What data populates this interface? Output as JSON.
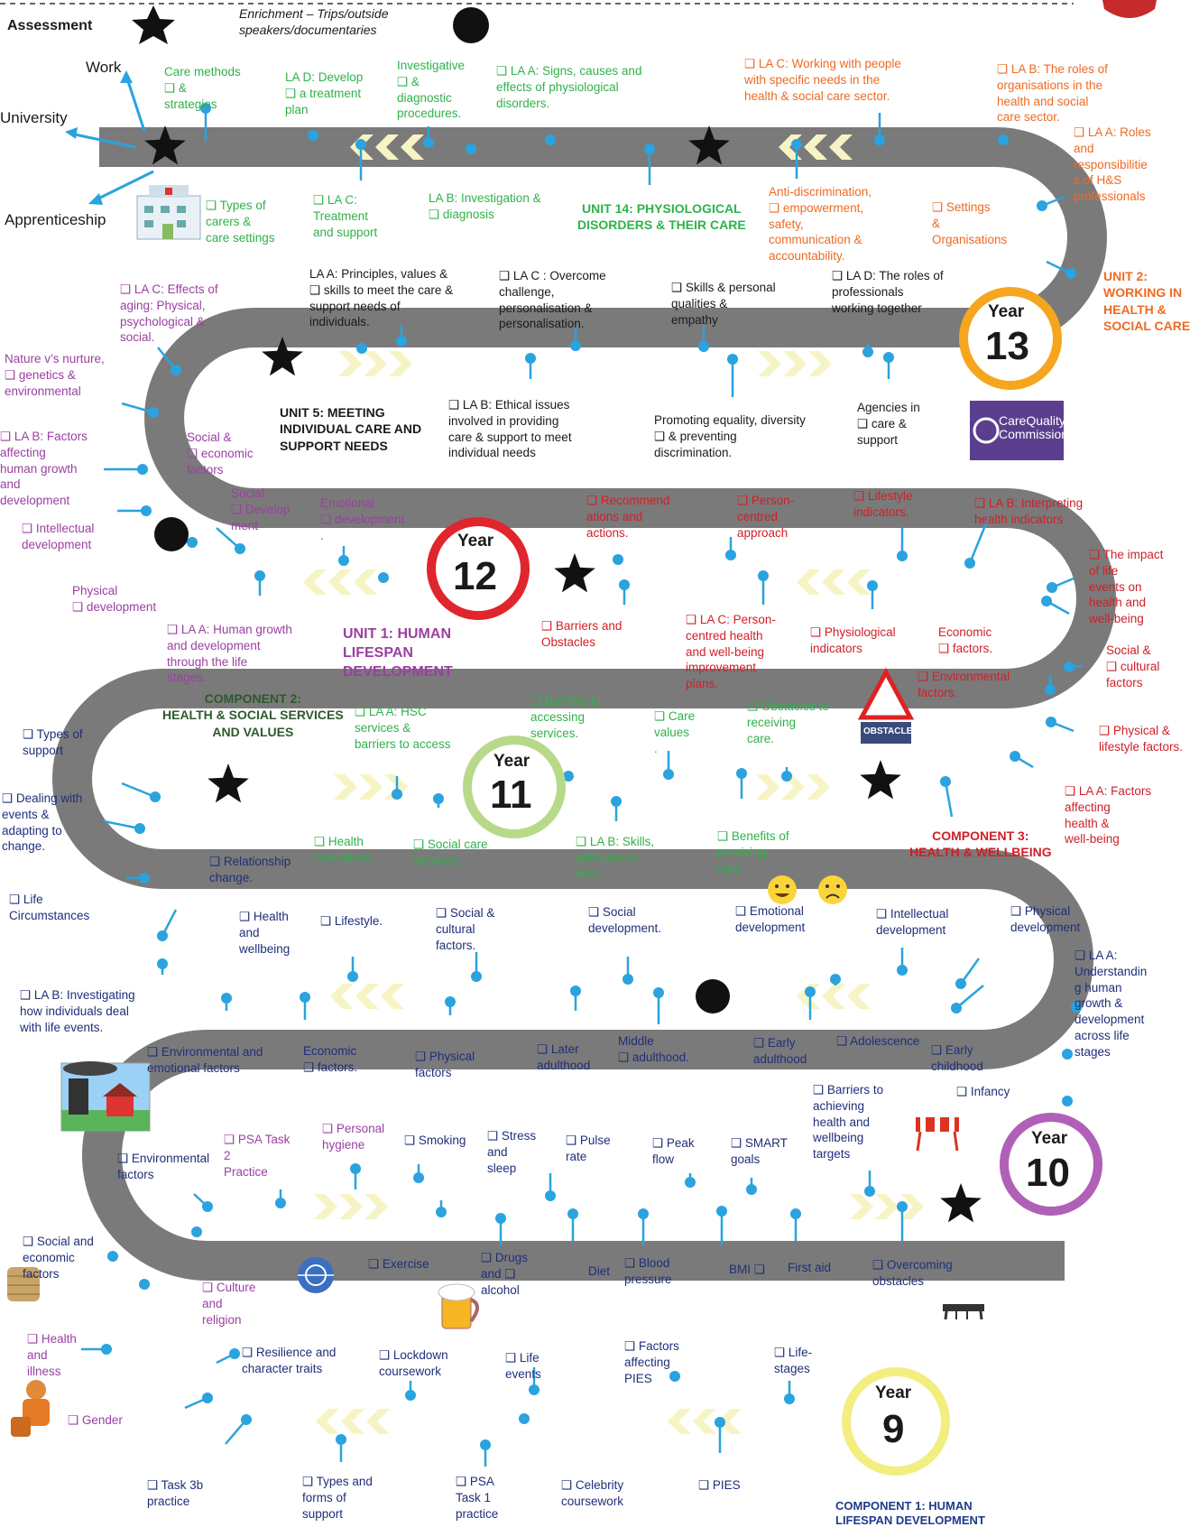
{
  "header": {
    "assessment": "Assessment",
    "enrichment": "Enrichment – Trips/outside\nspeakers/documentaries"
  },
  "destinations": {
    "work": "Work",
    "university": "University",
    "apprenticeship": "Apprenticeship"
  },
  "years": [
    "Year 9",
    "Year 10",
    "Year 11",
    "Year 12",
    "Year 13"
  ],
  "units": {
    "unit14": "UNIT 14: PHYSIOLOGICAL\nDISORDERS & THEIR CARE",
    "unit2": "UNIT 2:\nWORKING IN\nHEALTH &\nSOCIAL CARE",
    "unit5": "UNIT 5: MEETING\nINDIVIDUAL CARE AND\nSUPPORT NEEDS",
    "unit1": "UNIT 1: HUMAN\nLIFESPAN\nDEVELOPMENT",
    "component2": "COMPONENT 2:\nHEALTH & SOCIAL SERVICES\nAND VALUES",
    "component3": "COMPONENT 3:\nHEALTH & WELLBEING",
    "component1": "COMPONENT 1: HUMAN\nLIFESPAN DEVELOPMENT"
  },
  "logos": {
    "cqc_line1": "CareQuality",
    "cqc_line2": "Commission",
    "obstacles_sign": "OBSTACLES"
  },
  "labels": [
    {
      "id": "care-methods",
      "text": "Care methods\n❑     &\n          strategies",
      "color": "green"
    },
    {
      "id": "la-d-develop",
      "text": "LA D: Develop\n❑     a treatment\n          plan",
      "color": "green"
    },
    {
      "id": "investigative",
      "text": "Investigative\n❑     &\n          diagnostic\nprocedures.",
      "color": "green"
    },
    {
      "id": "la-a-signs",
      "text": "❑   LA A: Signs, causes and\n       effects of physiological\n       disorders.",
      "color": "green"
    },
    {
      "id": "types-of-carers",
      "text": "❑    Types of\n          carers &\ncare settings",
      "color": "green"
    },
    {
      "id": "la-c-treatment",
      "text": "❑    LA C:\n          Treatment\n          and support",
      "color": "green"
    },
    {
      "id": "la-b-investigation",
      "text": "LA B: Investigation &\n❑     diagnosis",
      "color": "green"
    },
    {
      "id": "la-c-working",
      "text": "❑    LA C: Working with people\n   with specific needs in the\n   health & social care sector.",
      "color": "orange"
    },
    {
      "id": "la-b-roles-orgs",
      "text": "❑    LA B: The roles of\n         organisations in the\n         health and social\n         care sector.",
      "color": "orange"
    },
    {
      "id": "la-a-roles",
      "text": "❑    LA A: Roles\n         and\n         responsibilitie\n         s of H&S\n         professionals",
      "color": "orange"
    },
    {
      "id": "anti-discrimination",
      "text": "Anti-discrimination,\n❑     empowerment,\n          safety,\ncommunication &\naccountability.",
      "color": "orange"
    },
    {
      "id": "settings-orgs",
      "text": "❑    Settings\n          &\nOrganisations",
      "color": "orange"
    },
    {
      "id": "la-c-effects-aging",
      "text": "❑    LA C: Effects of\n          aging: Physical,\n          psychological  &\n          social.",
      "color": "purple"
    },
    {
      "id": "la-a-principles",
      "text": "LA A: Principles, values &\n❑    skills to meet the care  &\n       support needs of\n       individuals.",
      "color": "black"
    },
    {
      "id": "la-c-overcome",
      "text": "❑    LA C : Overcome\n          challenge,\n          personalisation  &\n          personalisation.",
      "color": "black"
    },
    {
      "id": "skills-qualities",
      "text": "❑     Skills & personal\n          qualities &\n          empathy",
      "color": "black"
    },
    {
      "id": "la-d-roles-professionals",
      "text": "❑    LA D: The roles of\n          professionals\n          working together",
      "color": "black"
    },
    {
      "id": "nature-nurture",
      "text": "Nature v’s nurture,\n❑    genetics &\n          environmental",
      "color": "purple"
    },
    {
      "id": "la-b-ethical",
      "text": "❑    LA B: Ethical issues\n          involved in providing\n          care & support to meet\n          individual needs",
      "color": "black"
    },
    {
      "id": "promoting-equality",
      "text": "Promoting equality, diversity\n❑     & preventing\n          discrimination.",
      "color": "black"
    },
    {
      "id": "agencies",
      "text": "Agencies in\n❑     care &\n          support",
      "color": "black"
    },
    {
      "id": "la-b-factors-growth",
      "text": "❑    LA B: Factors\n         affecting\n         human growth\n         and\n         development",
      "color": "purple"
    },
    {
      "id": "social-economic-factors-y12",
      "text": "Social &\n❑     economic\n          factors",
      "color": "purple"
    },
    {
      "id": "social-development-y12",
      "text": "Social\n❑     Develop\n          ment",
      "color": "purple"
    },
    {
      "id": "emotional-development-y12",
      "text": "Emotional\n❑     development\n          .",
      "color": "purple"
    },
    {
      "id": "intellectual-development-y12",
      "text": "❑     Intellectual\n          development",
      "color": "purple"
    },
    {
      "id": "physical-development-y12",
      "text": "Physical\n❑     development",
      "color": "purple"
    },
    {
      "id": "la-a-human-growth",
      "text": "❑    LA A: Human growth\n          and development\n          through the life\n          stages.",
      "color": "purple"
    },
    {
      "id": "recommendations",
      "text": "❑    Recommend\n          ations and\n          actions.",
      "color": "red"
    },
    {
      "id": "person-centred",
      "text": "❑    Person-\n          centred\n          approach",
      "color": "red"
    },
    {
      "id": "lifestyle-indicators",
      "text": "❑    Lifestyle\n          indicators.",
      "color": "red"
    },
    {
      "id": "la-b-interpreting",
      "text": "❑    LA B: Interpreting\nhealth indicators",
      "color": "red"
    },
    {
      "id": "impact-life-events",
      "text": "❑    The impact\n          of life\n          events on\n          health and\n          well-being",
      "color": "red"
    },
    {
      "id": "barriers-obstacles",
      "text": "❑    Barriers and\n          Obstacles",
      "color": "red"
    },
    {
      "id": "la-c-person-centred",
      "text": "❑    LA C: Person-\n          centred health\n          and well-being\n          improvement\n          plans.",
      "color": "red"
    },
    {
      "id": "physiological-indicators",
      "text": "❑    Physiological\n          indicators",
      "color": "red"
    },
    {
      "id": "economic-factors-y12",
      "text": "Economic\n❑     factors.",
      "color": "red"
    },
    {
      "id": "social-cultural-y12",
      "text": "Social &\n❑     cultural\nfactors",
      "color": "red"
    },
    {
      "id": "environmental-factors-y12",
      "text": "❑     Environmental\nfactors.",
      "color": "red"
    },
    {
      "id": "physical-lifestyle",
      "text": "❑     Physical &\nlifestyle factors.",
      "color": "red"
    },
    {
      "id": "la-a-factors-health",
      "text": "❑    LA A: Factors\n          affecting\n          health &\n          well-being",
      "color": "red"
    },
    {
      "id": "types-of-support",
      "text": "❑    Types of\n          support",
      "color": "navy"
    },
    {
      "id": "la-a-hsc-services",
      "text": "❑    LA  A: HSC\n          services &\n          barriers to access",
      "color": "green"
    },
    {
      "id": "barriers-accessing",
      "text": "❑    Barriers to\n          accessing\n          services.",
      "color": "green"
    },
    {
      "id": "care-values",
      "text": "❑     Care\n          values\n          .",
      "color": "green"
    },
    {
      "id": "obstacles-receiving",
      "text": "❑    Obstacles to\n          receiving\n          care.",
      "color": "green"
    },
    {
      "id": "dealing-events",
      "text": "❑    Dealing with\n      events &\n      adapting to\n      change.",
      "color": "navy"
    },
    {
      "id": "health-conditions",
      "text": "❑    Health\n       Conditions",
      "color": "green"
    },
    {
      "id": "social-care-services",
      "text": "❑    Social care\n       services.",
      "color": "green"
    },
    {
      "id": "la-b-skills",
      "text": "❑    LA B: Skills,\n          attributes in\n          HSC.",
      "color": "green"
    },
    {
      "id": "benefits-receiving",
      "text": "❑    Benefits of\n          receiving\n          care",
      "color": "green"
    },
    {
      "id": "relationship-change",
      "text": "❑    Relationship\n          change.",
      "color": "navy"
    },
    {
      "id": "life-circumstances",
      "text": "❑    Life\nCircumstances",
      "color": "navy"
    },
    {
      "id": "health-wellbeing-y10",
      "text": "❑    Health\n          and\n     wellbeing",
      "color": "navy"
    },
    {
      "id": "lifestyle-y10",
      "text": "❑    Lifestyle.",
      "color": "navy"
    },
    {
      "id": "social-cultural-y10",
      "text": "❑     Social &\n          cultural\n          factors.",
      "color": "navy"
    },
    {
      "id": "social-development-y10",
      "text": "❑     Social\n     development.",
      "color": "navy"
    },
    {
      "id": "emotional-development-y10",
      "text": "❑     Emotional\n     development",
      "color": "navy"
    },
    {
      "id": "intellectual-development-y10",
      "text": "❑     Intellectual\n     development",
      "color": "navy"
    },
    {
      "id": "physical-development-y10",
      "text": "❑     Physical\n     development",
      "color": "navy"
    },
    {
      "id": "la-a-understanding",
      "text": "❑    LA A:\n          Understandin\n          g human\n          growth &\n          development\n          across life\n          stages",
      "color": "navy"
    },
    {
      "id": "la-b-investigating",
      "text": "❑    LA B: Investigating\nhow individuals deal\nwith life events.",
      "color": "navy"
    },
    {
      "id": "environmental-emotional",
      "text": "❑     Environmental and\n          emotional factors",
      "color": "navy"
    },
    {
      "id": "economic-factors-y10",
      "text": "Economic\n❑     factors.",
      "color": "navy"
    },
    {
      "id": "physical-factors-y10",
      "text": "❑     Physical\n          factors",
      "color": "navy"
    },
    {
      "id": "later-adulthood",
      "text": "❑     Later\n     adulthood",
      "color": "navy"
    },
    {
      "id": "middle-adulthood",
      "text": "Middle\n❑     adulthood.",
      "color": "navy"
    },
    {
      "id": "early-adulthood",
      "text": "❑     Early\n     adulthood",
      "color": "navy"
    },
    {
      "id": "adolescence",
      "text": "❑     Adolescence",
      "color": "navy"
    },
    {
      "id": "early-childhood",
      "text": "❑     Early\n          childhood",
      "color": "navy"
    },
    {
      "id": "infancy",
      "text": "❑     Infancy",
      "color": "navy"
    },
    {
      "id": "barriers-targets",
      "text": "❑     Barriers to\n          achieving\n          health and\n          wellbeing\n          targets",
      "color": "navy"
    },
    {
      "id": "psa-task2",
      "text": "❑     PSA Task\n          2\n          Practice",
      "color": "purple"
    },
    {
      "id": "environmental-factors-y9",
      "text": "❑     Environmental\n          factors",
      "color": "navy"
    },
    {
      "id": "personal-hygiene",
      "text": "❑     Personal\n          hygiene",
      "color": "purple"
    },
    {
      "id": "smoking",
      "text": "❑     Smoking",
      "color": "navy"
    },
    {
      "id": "stress-sleep",
      "text": "❑     Stress\n          and\n          sleep",
      "color": "navy"
    },
    {
      "id": "pulse-rate",
      "text": "❑     Pulse\n          rate",
      "color": "navy"
    },
    {
      "id": "peak-flow",
      "text": "❑     Peak\n          flow",
      "color": "navy"
    },
    {
      "id": "smart-goals",
      "text": "❑     SMART\n          goals",
      "color": "navy"
    },
    {
      "id": "social-economic-y9",
      "text": "❑     Social and\n          economic\n          factors",
      "color": "navy"
    },
    {
      "id": "exercise",
      "text": "❑     Exercise",
      "color": "navy"
    },
    {
      "id": "drugs-alcohol",
      "text": "❑     Drugs\n     and  ❑\n          alcohol",
      "color": "navy"
    },
    {
      "id": "diet",
      "text": "Diet",
      "color": "navy"
    },
    {
      "id": "blood-pressure",
      "text": "❑     Blood\n     pressure",
      "color": "navy"
    },
    {
      "id": "bmi",
      "text": "BMI  ❑",
      "color": "navy"
    },
    {
      "id": "first-aid",
      "text": "First aid",
      "color": "navy"
    },
    {
      "id": "overcoming-obstacles",
      "text": "❑     Overcoming\n          obstacles",
      "color": "navy"
    },
    {
      "id": "culture-religion",
      "text": "❑     Culture\n          and\n          religion",
      "color": "purple"
    },
    {
      "id": "health-illness",
      "text": "❑     Health\n          and\n          illness",
      "color": "purple"
    },
    {
      "id": "resilience",
      "text": "❑     Resilience and\n     character traits",
      "color": "navy"
    },
    {
      "id": "lockdown",
      "text": "❑     Lockdown\n     coursework",
      "color": "navy"
    },
    {
      "id": "life-events",
      "text": "❑     Life\n          events",
      "color": "navy"
    },
    {
      "id": "factors-pies",
      "text": "❑     Factors\n     affecting\n          PIES",
      "color": "navy"
    },
    {
      "id": "life-stages",
      "text": "❑     Life-\n          stages",
      "color": "navy"
    },
    {
      "id": "gender",
      "text": "❑     Gender",
      "color": "purple"
    },
    {
      "id": "task3b",
      "text": "❑     Task 3b\n          practice",
      "color": "navy"
    },
    {
      "id": "types-forms-support",
      "text": "❑     Types and\n          forms of\n          support",
      "color": "navy"
    },
    {
      "id": "psa-task1",
      "text": "❑     PSA\n          Task 1\n          practice",
      "color": "navy"
    },
    {
      "id": "celebrity",
      "text": "❑     Celebrity\n     coursework",
      "color": "navy"
    },
    {
      "id": "pies",
      "text": "❑     PIES",
      "color": "navy"
    }
  ]
}
